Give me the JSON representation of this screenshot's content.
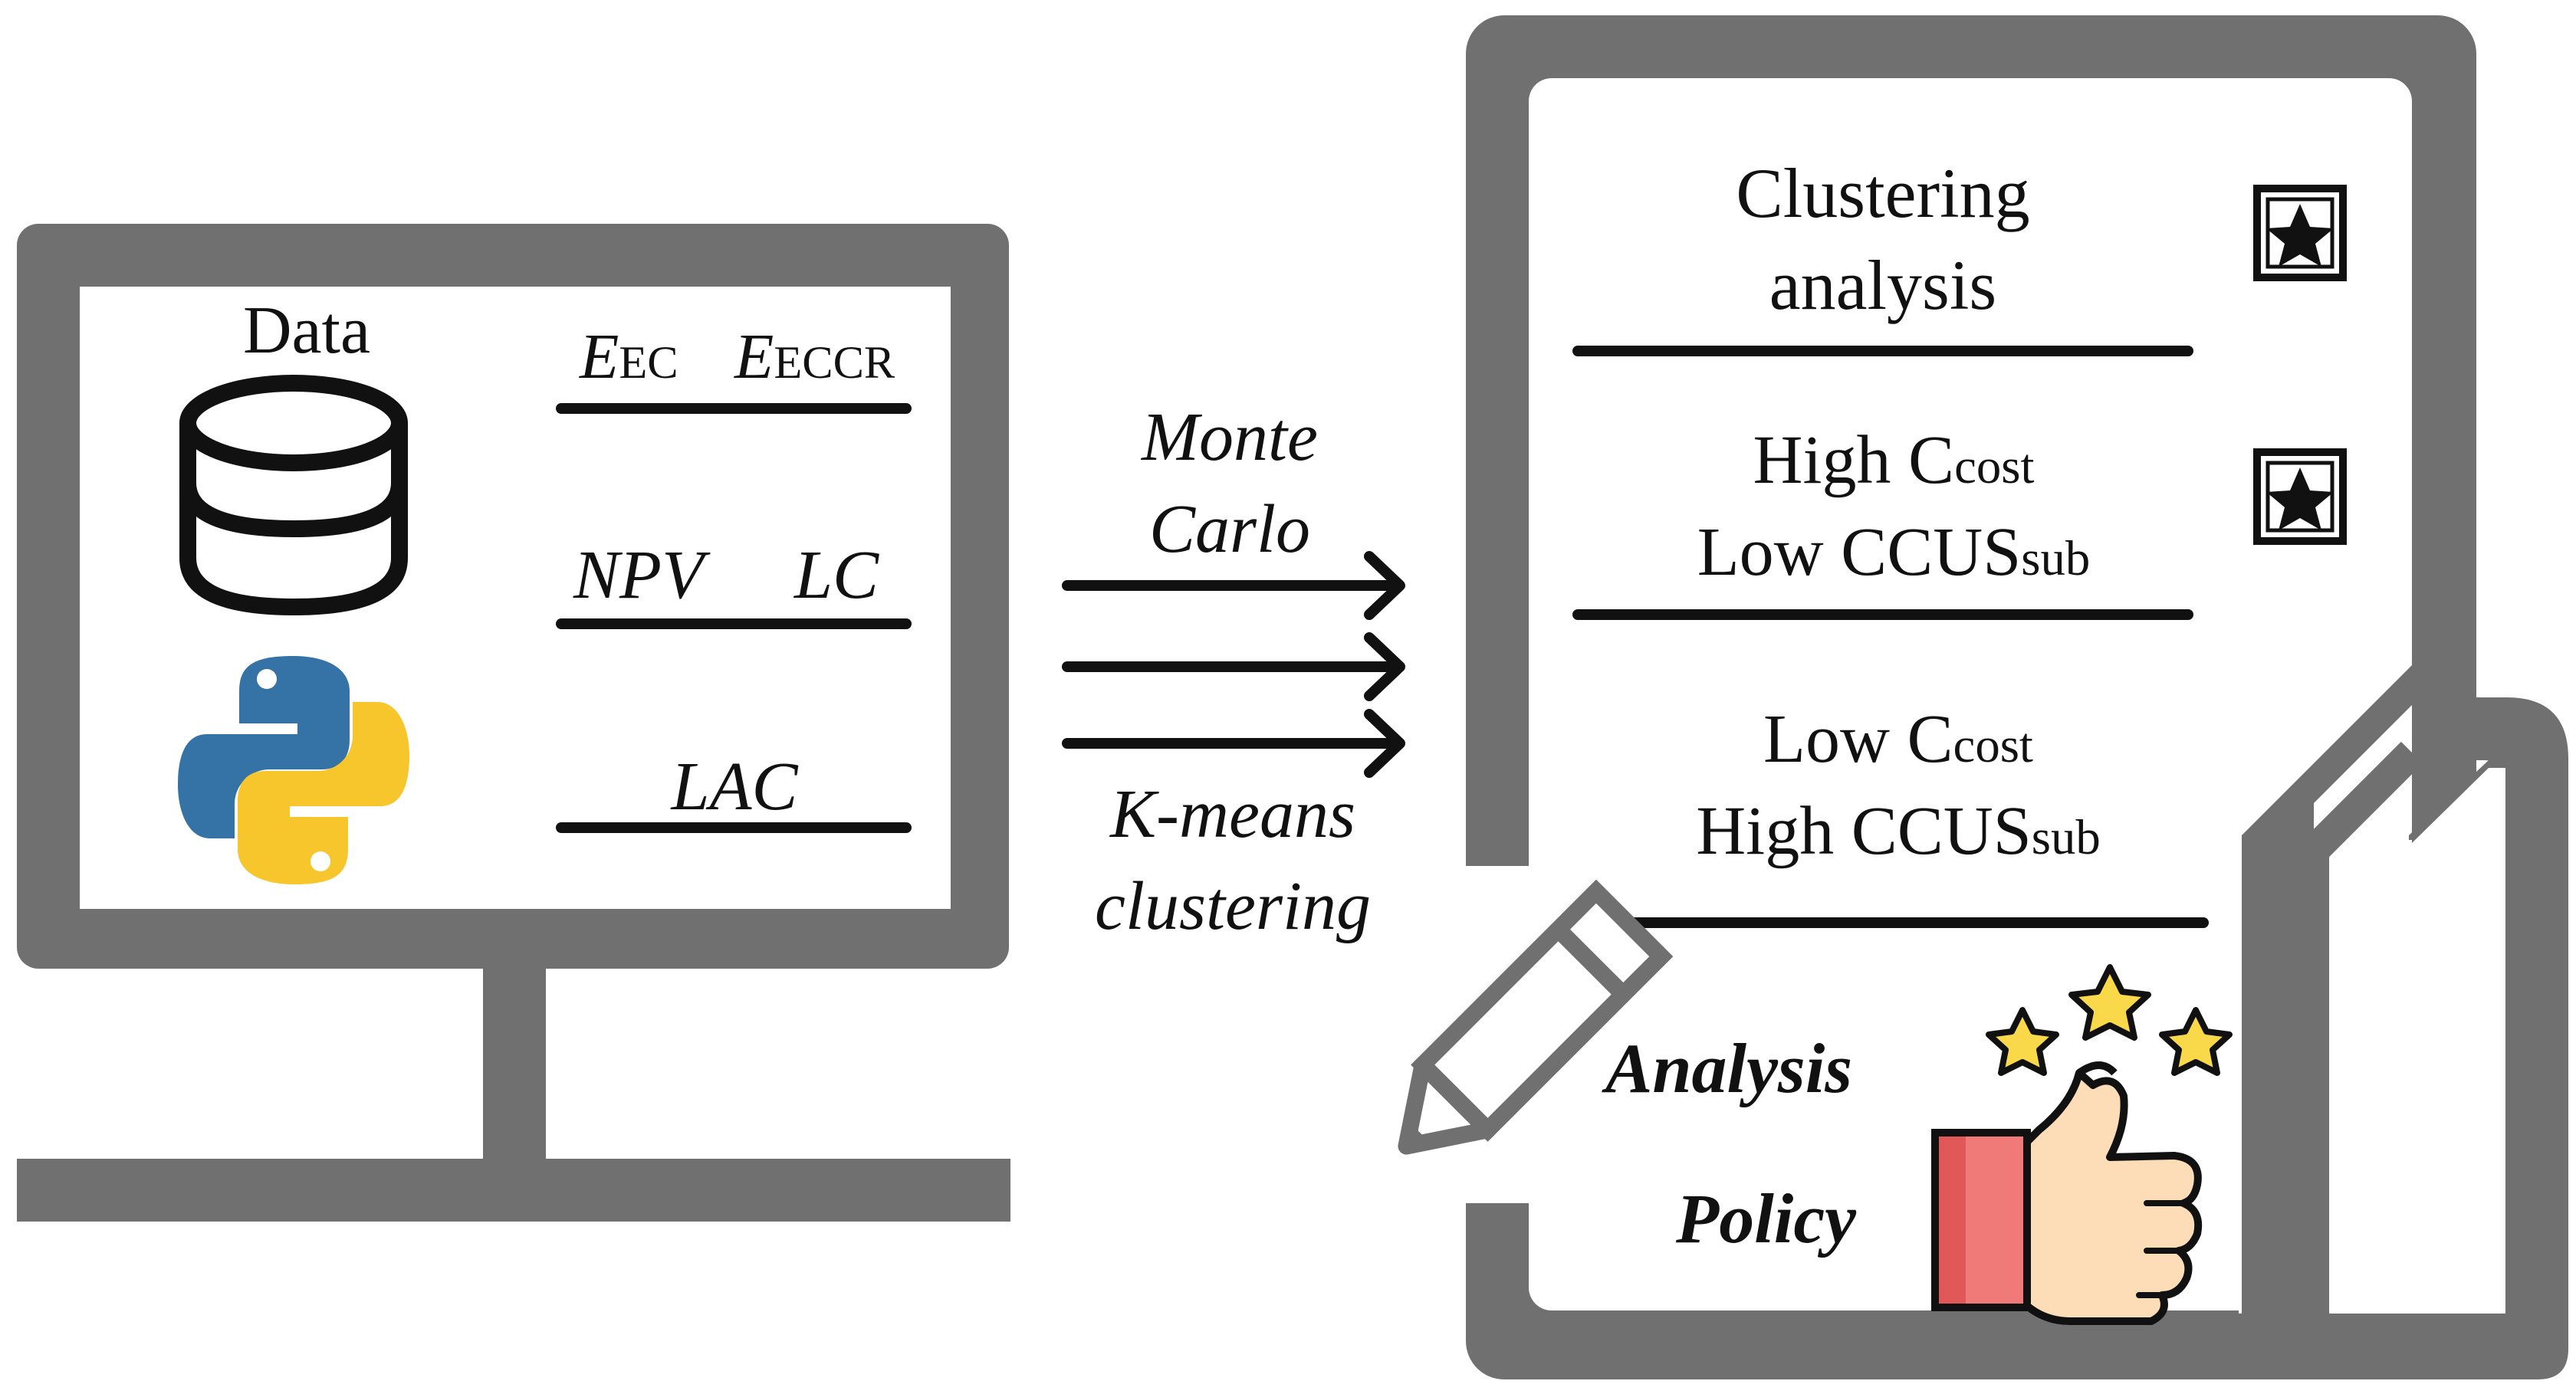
{
  "monitor": {
    "title": "Data",
    "metrics": [
      {
        "main": "E",
        "sub": "EC"
      },
      {
        "main": "E",
        "sub": "ECCR"
      }
    ],
    "npv": "NPV",
    "lc": "LC",
    "lac": "LAC"
  },
  "methods": {
    "top_line1": "Monte",
    "top_line2": "Carlo",
    "bottom_line1": "K-means",
    "bottom_line2": "clustering"
  },
  "clipboard": {
    "section1_line1": "Clustering",
    "section1_line2": "analysis",
    "section2_line1_main": "High C",
    "section2_line1_sub": "cost",
    "section2_line2_main": "Low CCUS",
    "section2_line2_sub": "sub",
    "section3_line1_main": "Low C",
    "section3_line1_sub": "cost",
    "section3_line2_main": "High CCUS",
    "section3_line2_sub": "sub",
    "analysis": "Analysis",
    "policy": "Policy"
  },
  "colors": {
    "frame_gray": "#707070",
    "ink": "#111111",
    "python_blue": "#3572A5",
    "python_yellow": "#F7C52C",
    "star_yellow": "#F9D84A",
    "thumb_skin": "#FCDDB8",
    "cuff_red": "#F07A78"
  },
  "icons": [
    "database-icon",
    "python-icon",
    "star-box-icon",
    "pencil-icon",
    "thumbs-up-icon",
    "rating-star-icon"
  ]
}
